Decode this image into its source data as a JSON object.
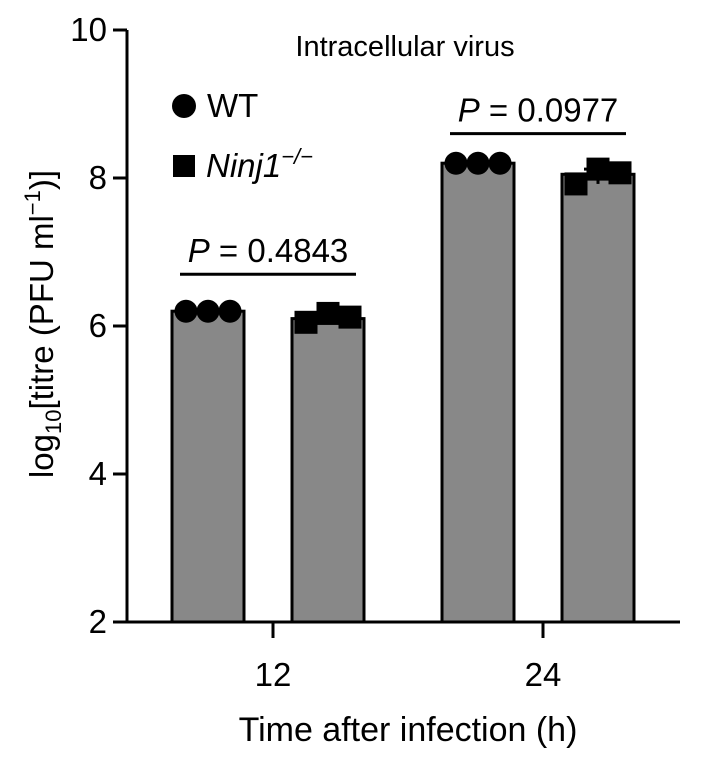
{
  "chart_data": {
    "type": "bar",
    "title": "Intracellular virus",
    "xlabel": "Time after infection (h)",
    "ylabel": {
      "prefix": "log",
      "subscript": "10",
      "middle": "[titre (PFU ml",
      "superscript": "−1",
      "suffix": ")]"
    },
    "ylim": [
      2,
      10
    ],
    "yticks": [
      "2",
      "4",
      "6",
      "8",
      "10"
    ],
    "groups": [
      "12",
      "24"
    ],
    "legend": [
      {
        "marker": "circle",
        "label": "WT",
        "italic": false
      },
      {
        "marker": "square",
        "label": "Ninj1",
        "superscript": "−/−",
        "italic": true
      }
    ],
    "series": [
      {
        "name": "WT",
        "marker": "circle",
        "values": [
          6.2,
          8.2
        ],
        "points": [
          [
            6.2,
            6.2,
            6.2
          ],
          [
            8.2,
            8.2,
            8.2
          ]
        ]
      },
      {
        "name": "Ninj1−/−",
        "marker": "square",
        "values": [
          6.1,
          8.05
        ],
        "points": [
          [
            6.05,
            6.17,
            6.12
          ],
          [
            7.92,
            8.12,
            8.07
          ]
        ]
      }
    ],
    "annotations": [
      {
        "text_italic": "P",
        "text": " = 0.4843",
        "group": 0,
        "y": 6.7
      },
      {
        "text_italic": "P",
        "text": " = 0.0977",
        "group": 1,
        "y": 8.6
      }
    ],
    "colors": {
      "bar": "#888888",
      "edge": "#000000"
    }
  }
}
